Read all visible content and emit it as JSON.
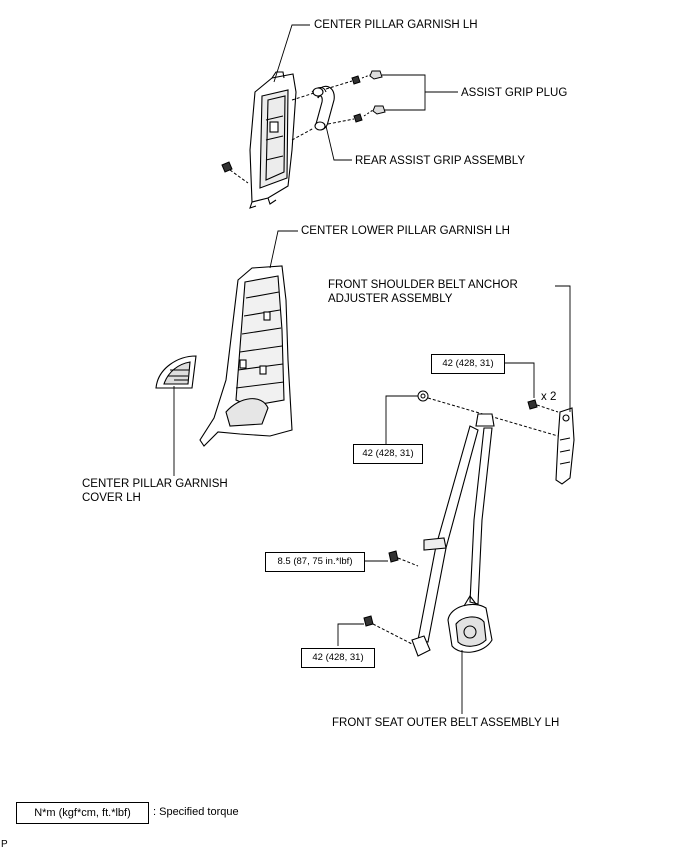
{
  "labels": {
    "center_pillar_garnish": "CENTER PILLAR GARNISH LH",
    "assist_grip_plug": "ASSIST GRIP PLUG",
    "rear_assist_grip": "REAR ASSIST GRIP ASSEMBLY",
    "center_lower_pillar": "CENTER LOWER PILLAR GARNISH LH",
    "front_shoulder_line1": "FRONT SHOULDER BELT ANCHOR",
    "front_shoulder_line2": "ADJUSTER ASSEMBLY",
    "garnish_cover_line1": "CENTER PILLAR GARNISH",
    "garnish_cover_line2": "COVER LH",
    "front_seat_belt": "FRONT SEAT OUTER BELT ASSEMBLY LH",
    "quantity": "x 2"
  },
  "torque": {
    "anchor_bolt": "42 (428, 31)",
    "upper_anchor": "42 (428, 31)",
    "retractor_bolt": "8.5 (87, 75 in.*lbf)",
    "lower_anchor": "42 (428, 31)"
  },
  "legend": {
    "unit": "N*m (kgf*cm, ft.*lbf)",
    "description": ": Specified torque"
  },
  "footer_code": "P"
}
